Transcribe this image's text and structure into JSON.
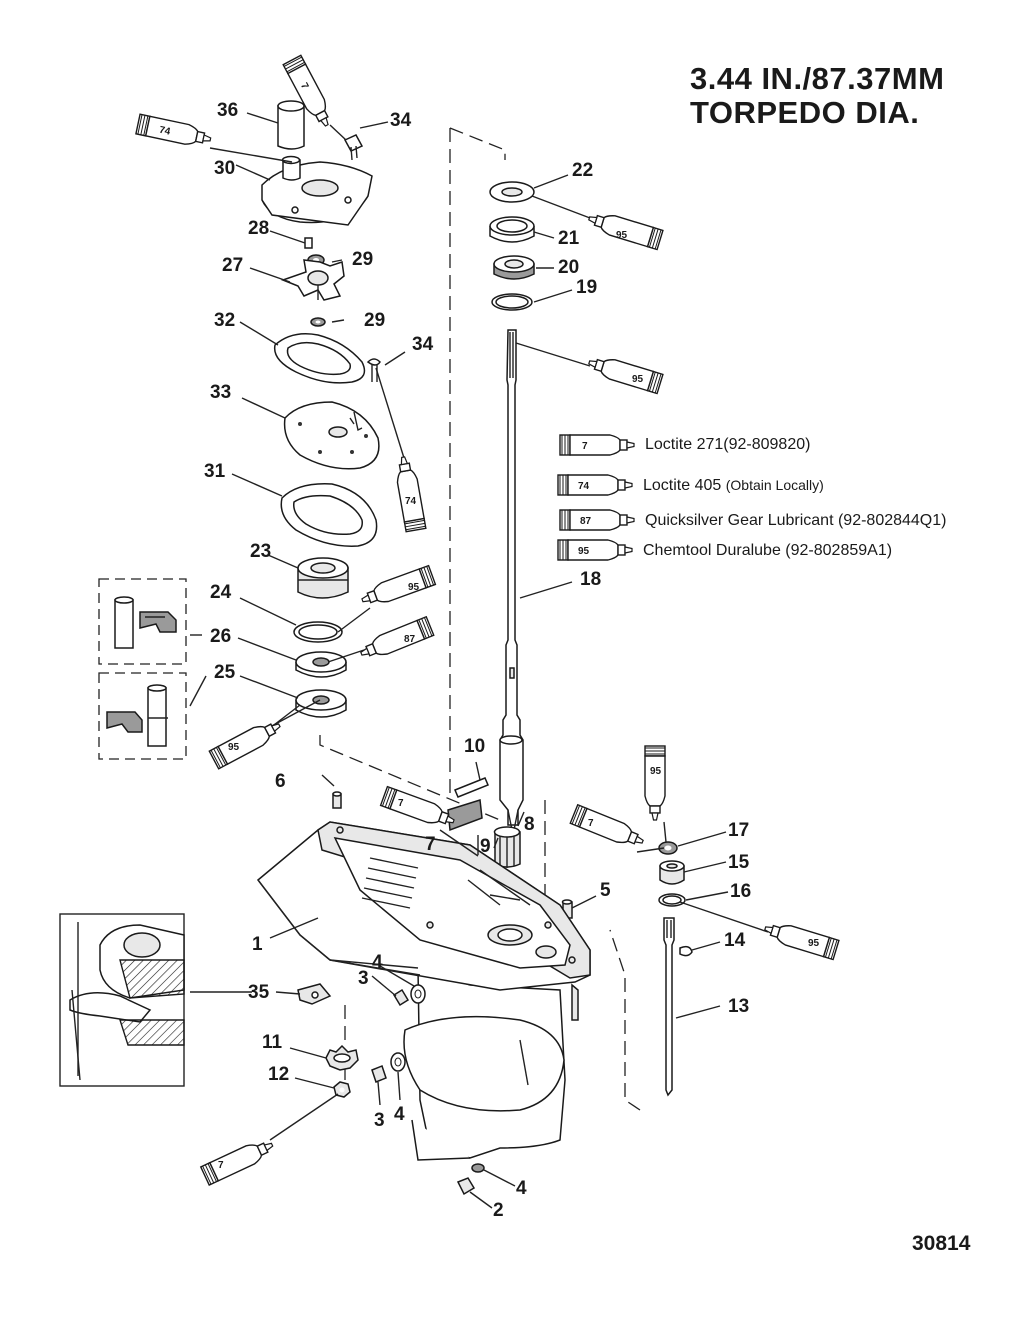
{
  "title": {
    "line1": "3.44 IN./87.37MM",
    "line2": "TORPEDO DIA."
  },
  "drawing_number": "30814",
  "legend": [
    {
      "tube": "7",
      "text": "Loctite 271(92-809820)",
      "note": ""
    },
    {
      "tube": "74",
      "text": "Loctite 405 ",
      "note": "(Obtain Locally)"
    },
    {
      "tube": "87",
      "text": "Quicksilver Gear Lubricant (92-802844Q1)",
      "note": ""
    },
    {
      "tube": "95",
      "text": "Chemtool Duralube (92-802859A1)",
      "note": ""
    }
  ],
  "callouts": {
    "c1": "1",
    "c2": "2",
    "c3a": "3",
    "c3b": "3",
    "c4a": "4",
    "c4b": "4",
    "c4c": "4",
    "c5": "5",
    "c6": "6",
    "c7": "7",
    "c8": "8",
    "c9": "9",
    "c10": "10",
    "c11": "11",
    "c12": "12",
    "c13": "13",
    "c14": "14",
    "c15": "15",
    "c16": "16",
    "c17": "17",
    "c18": "18",
    "c19": "19",
    "c20": "20",
    "c21": "21",
    "c22": "22",
    "c23": "23",
    "c24": "24",
    "c25": "25",
    "c26": "26",
    "c27": "27",
    "c28": "28",
    "c29a": "29",
    "c29b": "29",
    "c30": "30",
    "c31": "31",
    "c32": "32",
    "c33": "33",
    "c34a": "34",
    "c34b": "34",
    "c35": "35",
    "c36": "36"
  },
  "tubes": {
    "t_top7": "7",
    "t_74a": "74",
    "t_95a": "95",
    "t_95b": "95",
    "t_74b": "74",
    "t_95c": "95",
    "t_87": "87",
    "t_95d": "95",
    "t_7b": "7",
    "t_95e": "95",
    "t_7c": "7",
    "t_95f": "95",
    "t_7d": "7"
  }
}
